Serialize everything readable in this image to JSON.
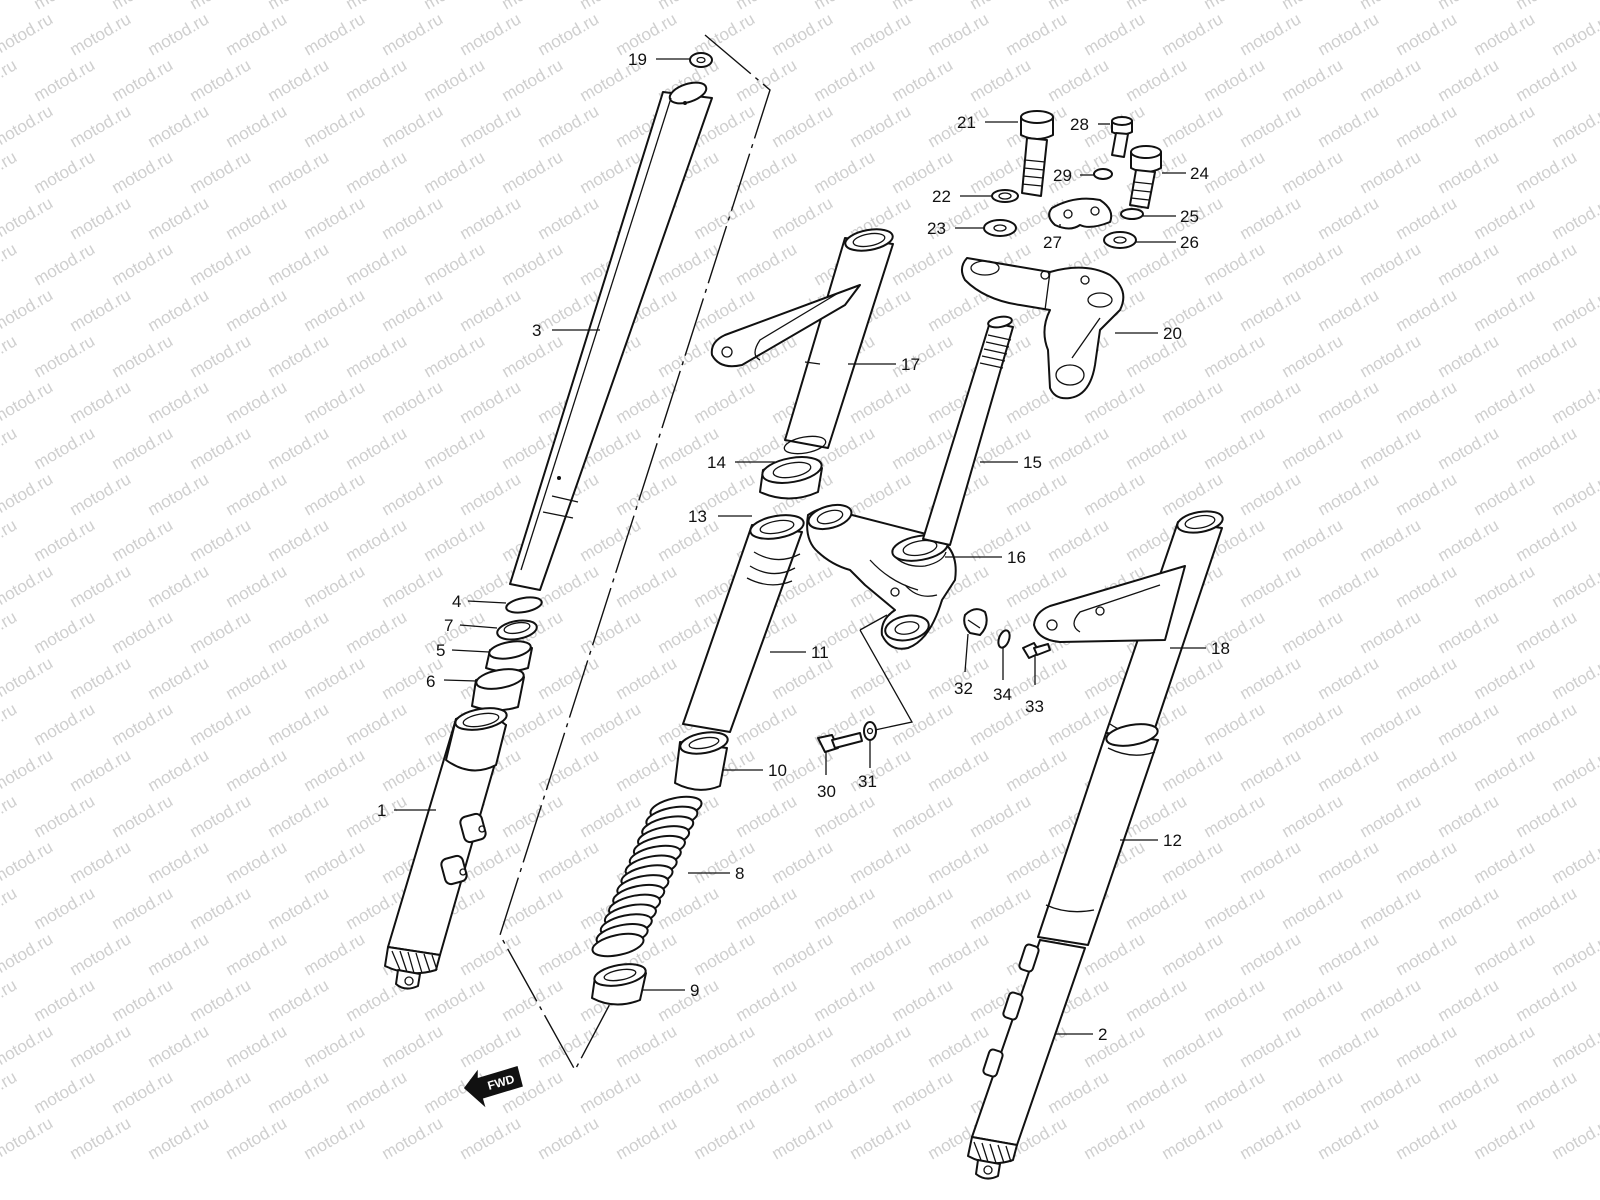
{
  "diagram": {
    "watermark": "motod.ru",
    "fwd_label": "FWD",
    "callouts": [
      "1",
      "2",
      "3",
      "4",
      "5",
      "6",
      "7",
      "8",
      "9",
      "10",
      "11",
      "12",
      "13",
      "14",
      "15",
      "16",
      "17",
      "18",
      "19",
      "20",
      "21",
      "22",
      "23",
      "24",
      "25",
      "26",
      "27",
      "28",
      "29",
      "30",
      "31",
      "32",
      "33",
      "34"
    ]
  }
}
